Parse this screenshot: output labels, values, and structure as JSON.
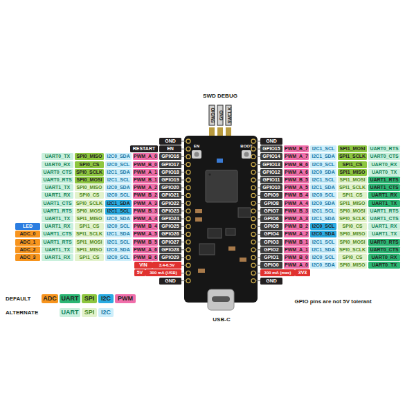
{
  "diagram": {
    "labels": [
      "SWD DEBUG",
      "SWDIO",
      "GND",
      "SWCLK",
      "EN",
      "BOOT",
      "GND",
      "RESTART",
      "EN",
      "UART0_TX",
      "SPI0_MISO",
      "I2C0_SDA",
      "PWM_A_0",
      "GPIO16",
      "UART0_RX",
      "SPI0_CS",
      "I2C0_SCL",
      "PWM_B_0",
      "GPIO17",
      "UART0_CTS",
      "SPI0_SCLK",
      "I2C1_SDA",
      "PWM_A_1",
      "GPIO18",
      "UART0_RTS",
      "SPI0_MOSI",
      "I2C1_SCL",
      "PWM_B_1",
      "GPIO19",
      "UART1_TX",
      "SPI0_MISO",
      "I2C0_SDA",
      "PWM_A_2",
      "GPIO20",
      "UART1_RX",
      "SPI0_CS",
      "I2C0_SCL",
      "PWM_B_2",
      "GPIO21",
      "UART1_CTS",
      "SPI0_SCLK",
      "I2C1_SDA",
      "PWM_A_3",
      "GPIO22",
      "UART1_RTS",
      "SPI0_MOSI",
      "I2C1_SCL",
      "PWM_B_3",
      "GPIO23",
      "UART1_TX",
      "SPI1_MISO",
      "I2C0_SDA",
      "PWM_A_4",
      "GPIO24",
      "LED",
      "UART1_RX",
      "SPI1_CS",
      "I2C0_SCL",
      "PWM_B_4",
      "GPIO25",
      "ADC_0",
      "UART1_CTS",
      "SPI1_SCLK",
      "I2C1_SDA",
      "PWM_A_5",
      "GPIO26",
      "ADC_1",
      "UART1_RTS",
      "SPI1_MOSI",
      "I2C1_SCL",
      "PWM_B_5",
      "GPIO27",
      "ADC_2",
      "UART1_TX",
      "SPI1_MISO",
      "I2C0_SDA",
      "PWM_A_6",
      "GPIO28",
      "ADC_3",
      "UART1_RX",
      "SPI1_CS",
      "I2C0_SCL",
      "PWM_B_6",
      "GPIO29",
      "VIN",
      "3.4-6.5V",
      "5V",
      "300 mA (USB)",
      "GND",
      "GND",
      "GPIO15",
      "PWM_B_7",
      "I2C1_SCL",
      "SPI1_MOSI",
      "UART0_RTS",
      "GPIO14",
      "PWM_A_7",
      "I2C1_SDA",
      "SPI1_SCLK",
      "UART0_CTS",
      "GPIO13",
      "PWM_B_6",
      "I2C0_SCL",
      "SPI1_CS",
      "UART0_RX",
      "GPIO12",
      "PWM_A_6",
      "I2C0_SDA",
      "SPI1_MISO",
      "UART0_TX",
      "GPIO11",
      "PWM_B_5",
      "I2C1_SCL",
      "SPI1_MOSI",
      "UART1_RTS",
      "GPIO10",
      "PWM_A_5",
      "I2C1_SDA",
      "SPI1_SCLK",
      "UART1_CTS",
      "GPIO9",
      "PWM_B_4",
      "I2C0_SCL",
      "SPI1_CS",
      "UART1_RX",
      "GPIO8",
      "PWM_A_4",
      "I2C0_SDA",
      "SPI1_MISO",
      "UART1_TX",
      "GPIO7",
      "PWM_B_3",
      "I2C1_SCL",
      "SPI0_MOSI",
      "UART1_RTS",
      "GPIO6",
      "PWM_A_3",
      "I2C1_SDA",
      "SPI0_SCLK",
      "UART1_CTS",
      "GPIO5",
      "PWM_B_2",
      "I2C0_SCL",
      "SPI0_CS",
      "UART1_RX",
      "GPIO4",
      "PWM_A_2",
      "I2C0_SDA",
      "SPI0_MISO",
      "UART1_TX",
      "GPIO3",
      "PWM_B_1",
      "I2C1_SCL",
      "SPI0_MOSI",
      "UART0_RTS",
      "GPIO2",
      "PWM_A_1",
      "I2C1_SDA",
      "SPI0_SCLK",
      "UART0_CTS",
      "GPIO1",
      "PWM_B_0",
      "I2C0_SCL",
      "SPI0_CS",
      "UART0_RX",
      "GPIO0",
      "PWM_A_0",
      "I2C0_SDA",
      "SPI0_MISO",
      "UART0_TX",
      "300 mA (max)",
      "3V3",
      "GND",
      "USB-C",
      "DEFAULT",
      "ALTERNATE",
      "GPIO pins are not 5V tolerant"
    ],
    "legend": [
      {
        "text": "ADC",
        "color": "#f7941d"
      },
      {
        "text": "UART",
        "color": "#2bb673"
      },
      {
        "text": "SPI",
        "color": "#8dc63f"
      },
      {
        "text": "I2C",
        "color": "#29abe2"
      },
      {
        "text": "PWM",
        "color": "#f06eaa"
      },
      {
        "text": "UART",
        "color": "#c9f0dd"
      },
      {
        "text": "SPI",
        "color": "#e2f2cc"
      },
      {
        "text": "I2C",
        "color": "#cdeefa"
      }
    ]
  }
}
